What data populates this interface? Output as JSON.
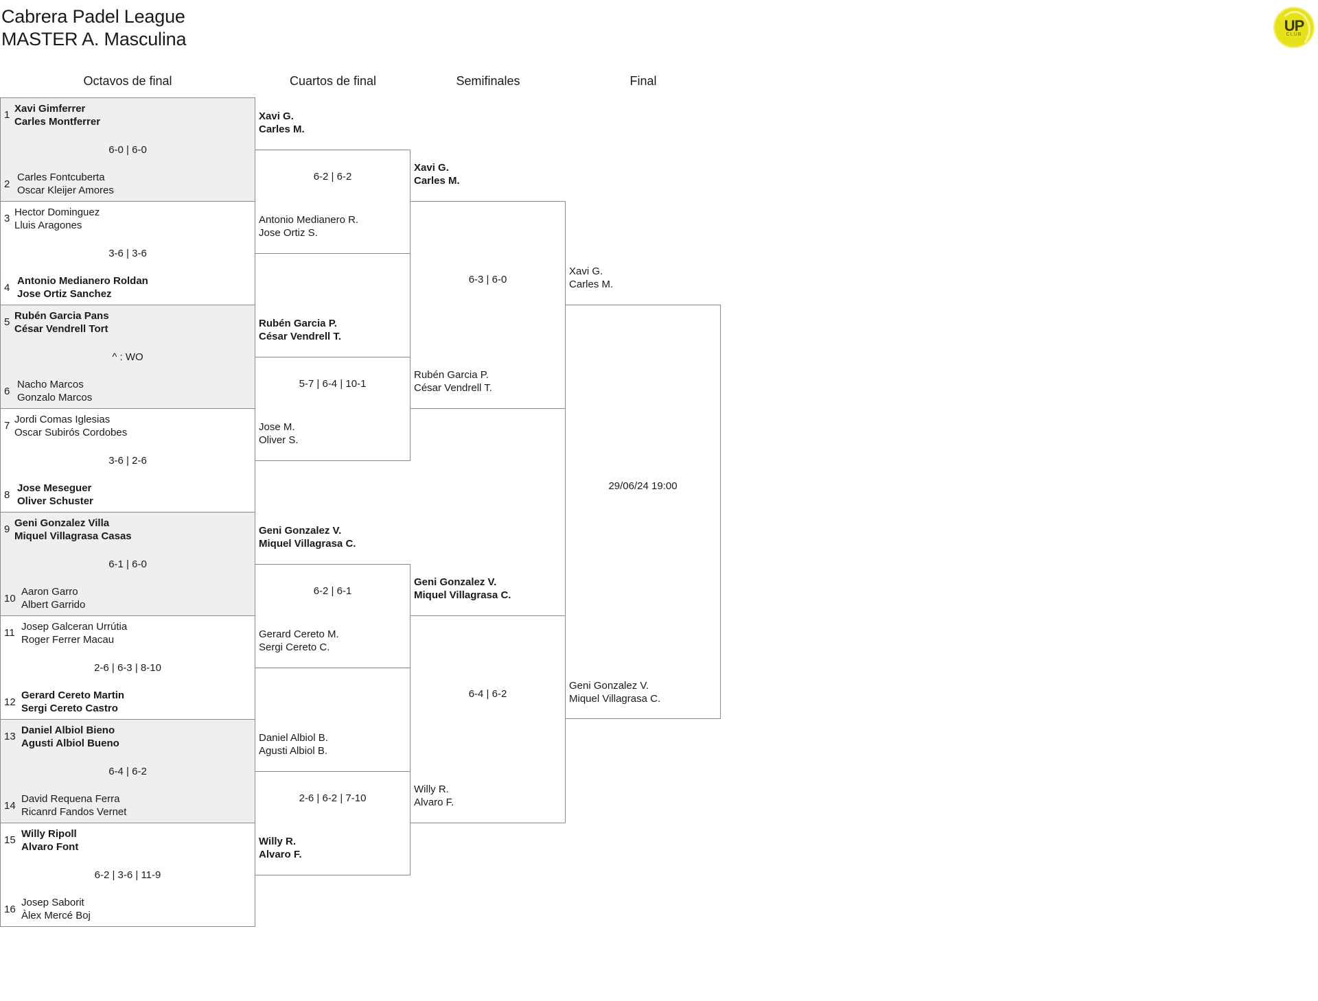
{
  "header": {
    "title_line1": "Cabrera Padel League",
    "title_line2": "MASTER A. Masculina"
  },
  "logo": {
    "text": "UP",
    "subtext": "CLUB",
    "color": "#e7e11a"
  },
  "rounds": {
    "r16": "Octavos de final",
    "qf": "Cuartos de final",
    "sf": "Semifinales",
    "final": "Final"
  },
  "r16": [
    {
      "seed_a": "1",
      "a1": "Xavi Gimferrer",
      "a2": "Carles Montferrer",
      "score": "6-0 | 6-0",
      "seed_b": "2",
      "b1": "Carles Fontcuberta",
      "b2": "Oscar Kleijer Amores",
      "winner": "a"
    },
    {
      "seed_a": "3",
      "a1": "Hector Dominguez",
      "a2": "Lluis Aragones",
      "score": "3-6 | 3-6",
      "seed_b": "4",
      "b1": "Antonio Medianero Roldan",
      "b2": "Jose Ortiz Sanchez",
      "winner": "b"
    },
    {
      "seed_a": "5",
      "a1": "Rubén Garcia Pans",
      "a2": "César Vendrell Tort",
      "score": "^ : WO",
      "seed_b": "6",
      "b1": "Nacho Marcos",
      "b2": "Gonzalo Marcos",
      "winner": "a"
    },
    {
      "seed_a": "7",
      "a1": "Jordi Comas Iglesias",
      "a2": "Oscar Subirós Cordobes",
      "score": "3-6 | 2-6",
      "seed_b": "8",
      "b1": "Jose Meseguer",
      "b2": "Oliver Schuster",
      "winner": "b"
    },
    {
      "seed_a": "9",
      "a1": "Geni Gonzalez Villa",
      "a2": "Miquel Villagrasa Casas",
      "score": "6-1 | 6-0",
      "seed_b": "10",
      "b1": "Aaron Garro",
      "b2": "Albert Garrido",
      "winner": "a"
    },
    {
      "seed_a": "11",
      "a1": "Josep Galceran Urrútia",
      "a2": "Roger Ferrer Macau",
      "score": "2-6 | 6-3 | 8-10",
      "seed_b": "12",
      "b1": "Gerard Cereto Martin",
      "b2": "Sergi Cereto Castro",
      "winner": "b"
    },
    {
      "seed_a": "13",
      "a1": "Daniel Albiol Bieno",
      "a2": "Agusti Albiol Bueno",
      "score": "6-4 | 6-2",
      "seed_b": "14",
      "b1": "David Requena Ferra",
      "b2": "Ricanrd Fandos Vernet",
      "winner": "a"
    },
    {
      "seed_a": "15",
      "a1": "Willy Ripoll",
      "a2": "Alvaro Font",
      "score": "6-2 | 3-6 | 11-9",
      "seed_b": "16",
      "b1": "Josep Saborit",
      "b2": "Àlex Mercé Boj",
      "winner": "a"
    }
  ],
  "qf": [
    {
      "a1": "Xavi G.",
      "a2": "Carles M.",
      "score": "6-2 | 6-2",
      "b1": "Antonio Medianero R.",
      "b2": "Jose Ortiz S.",
      "winner": "a"
    },
    {
      "a1": "Rubén Garcia P.",
      "a2": "César Vendrell T.",
      "score": "5-7 | 6-4 | 10-1",
      "b1": "Jose M.",
      "b2": "Oliver S.",
      "winner": "a"
    },
    {
      "a1": "Geni Gonzalez V.",
      "a2": "Miquel Villagrasa C.",
      "score": "6-2 | 6-1",
      "b1": "Gerard Cereto M.",
      "b2": "Sergi Cereto C.",
      "winner": "a"
    },
    {
      "a1": "Daniel Albiol B.",
      "a2": "Agusti Albiol B.",
      "score": "2-6 | 6-2 | 7-10",
      "b1": "Willy R.",
      "b2": "Alvaro F.",
      "winner": "b"
    }
  ],
  "sf": [
    {
      "a1": "Xavi G.",
      "a2": "Carles M.",
      "score": "6-3 | 6-0",
      "b1": "Rubén Garcia P.",
      "b2": "César Vendrell T.",
      "winner": "a"
    },
    {
      "a1": "Geni Gonzalez V.",
      "a2": "Miquel Villagrasa C.",
      "score": "6-4 | 6-2",
      "b1": "Willy R.",
      "b2": "Alvaro F.",
      "winner": "a"
    }
  ],
  "final": {
    "a1": "Xavi G.",
    "a2": "Carles M.",
    "score": "29/06/24 19:00",
    "b1": "Geni Gonzalez V.",
    "b2": "Miquel Villagrasa C.",
    "winner": ""
  }
}
